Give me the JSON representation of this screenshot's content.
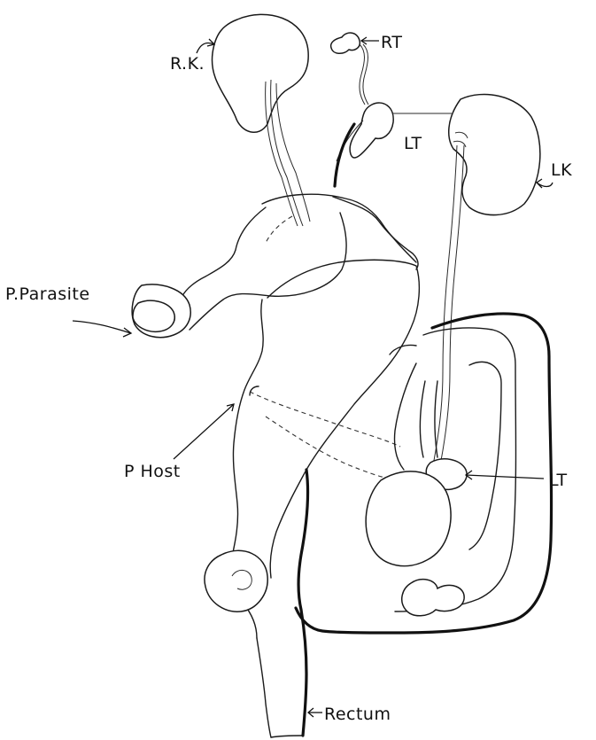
{
  "diagram": {
    "labels": {
      "right_kidney": "R.K.",
      "right_testis": "RT",
      "left_testis_upper": "LT",
      "left_kidney": "LK",
      "parasite": "P.Parasite",
      "host": "P Host",
      "left_testis_lower": "LT",
      "rectum": "Rectum"
    },
    "structures": [
      "right-kidney",
      "right-testis",
      "left-testis-upper",
      "left-kidney",
      "parasite-body",
      "host-body",
      "left-testis-lower",
      "rectum"
    ]
  }
}
